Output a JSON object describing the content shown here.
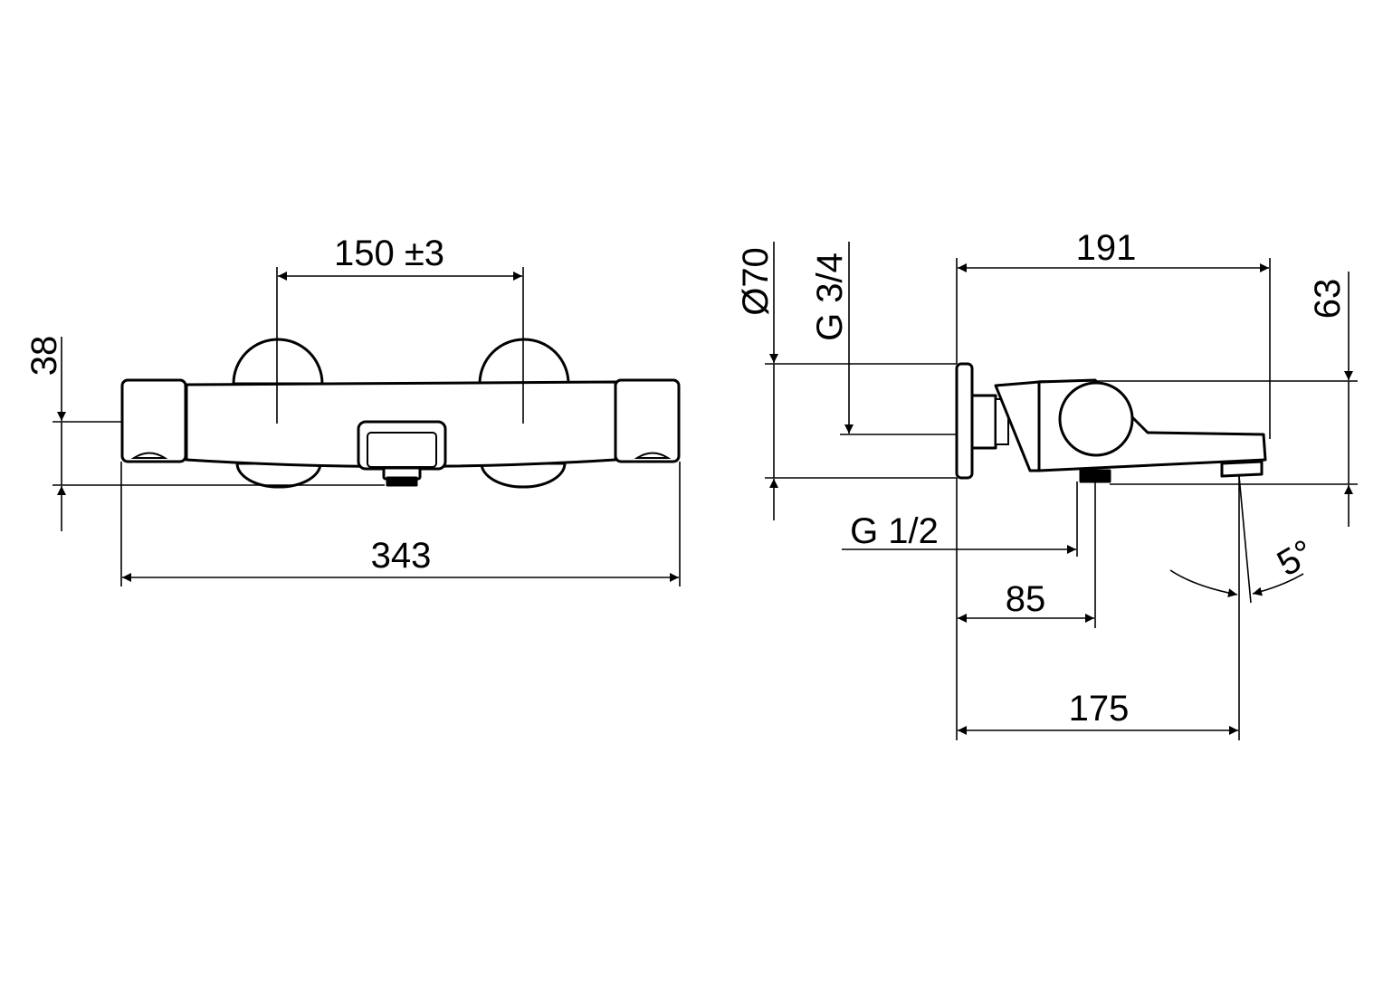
{
  "front_view": {
    "dimensions": {
      "handle_spacing": "150 ±3",
      "overall_length": "343",
      "body_depth": "38"
    }
  },
  "side_view": {
    "dimensions": {
      "rosette_diameter": "Ø70",
      "inlet_thread": "G 3/4",
      "projection": "191",
      "height": "63",
      "outlet_thread": "G 1/2",
      "outlet_offset": "85",
      "spout_projection": "175",
      "spout_angle": "5°"
    }
  },
  "colors": {
    "line": "#000000",
    "background": "#ffffff"
  }
}
